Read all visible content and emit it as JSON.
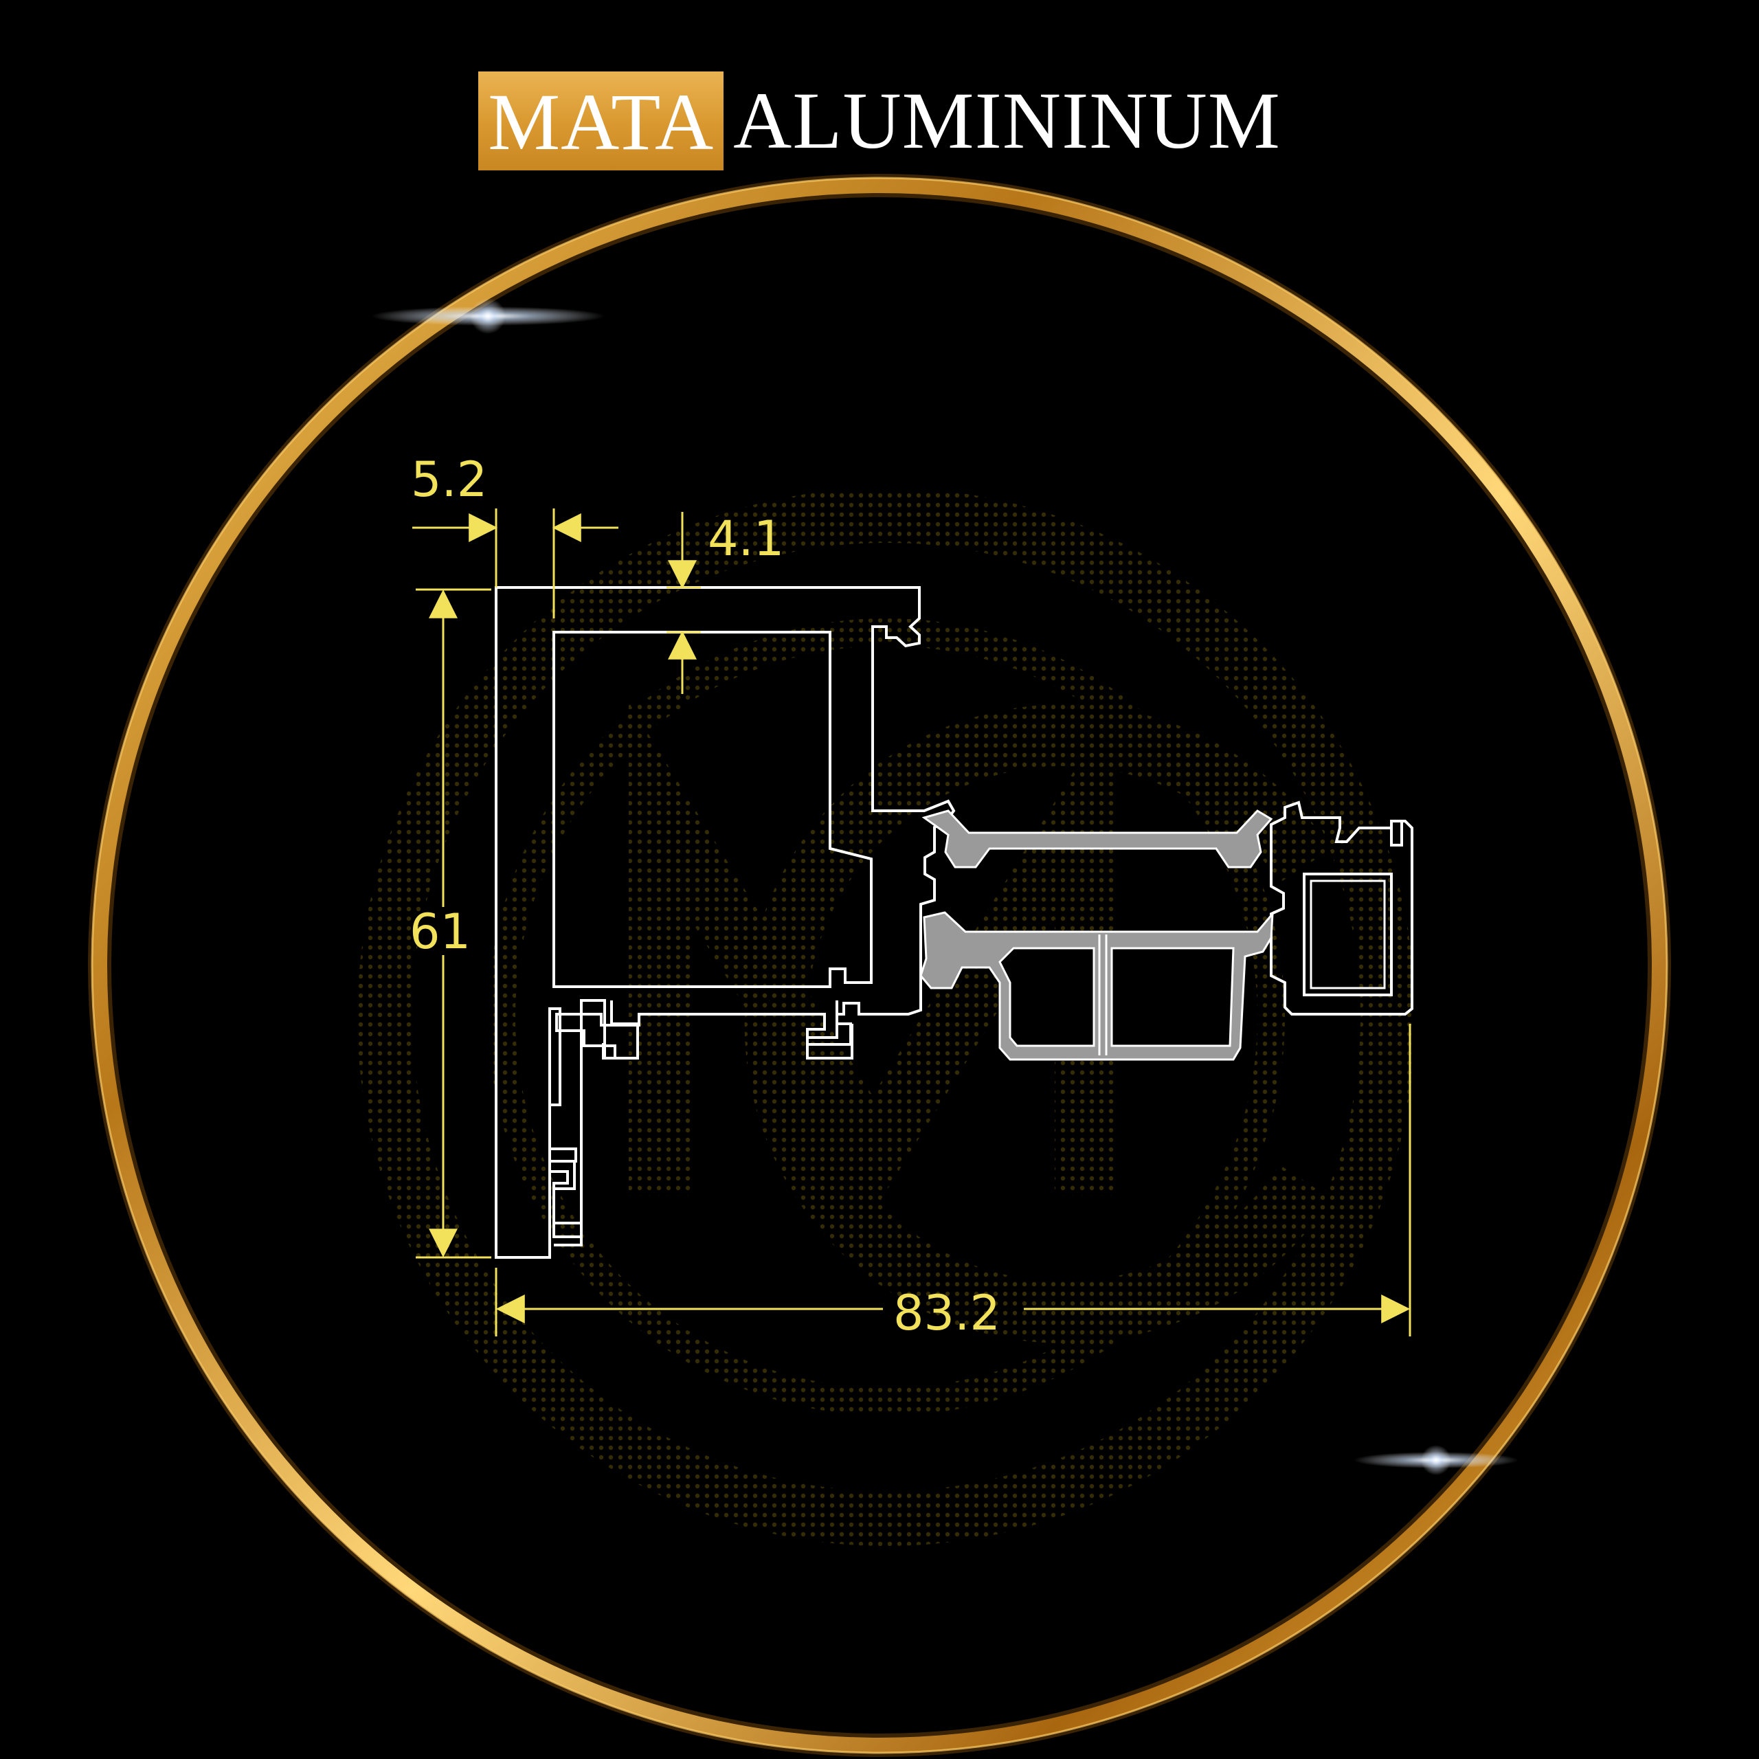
{
  "brand": {
    "highlight_word": "MATA",
    "rest_word": "ALUMININUM",
    "highlight_color": "#d9982f"
  },
  "dimensions": {
    "wall_thickness": "5.2",
    "top_gap": "4.1",
    "height": "61",
    "width": "83.2"
  },
  "watermark": {
    "monogram": "MC"
  },
  "colors": {
    "ring_gold": "#e3a32a",
    "dimension_yellow": "#f2e15a",
    "profile_line": "#ffffff",
    "insulation_gray": "#9a9a9a"
  }
}
